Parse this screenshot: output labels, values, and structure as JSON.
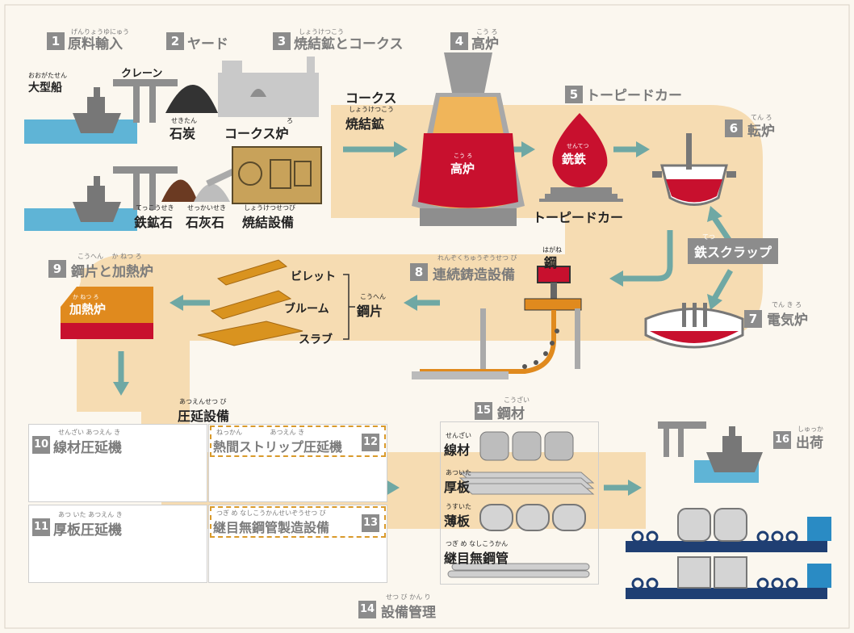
{
  "colors": {
    "flow": "#f6dcb2",
    "arrow": "#6fa8a4",
    "badge": "#8c8c8c",
    "red": "#c8102e",
    "orange": "#e08a1e",
    "gray": "#8e8e8e",
    "water": "#5fb4d6"
  },
  "steps": [
    {
      "num": "1",
      "title": "原料輸入",
      "furi": "げんりょうゆにゅう"
    },
    {
      "num": "2",
      "title": "ヤード",
      "furi": ""
    },
    {
      "num": "3",
      "title": "焼結鉱とコークス",
      "furi": "しょうけつこう"
    },
    {
      "num": "4",
      "title": "高炉",
      "furi": "こう ろ"
    },
    {
      "num": "5",
      "title": "トーピードカー",
      "furi": ""
    },
    {
      "num": "6",
      "title": "転炉",
      "furi": "てん ろ"
    },
    {
      "num": "7",
      "title": "電気炉",
      "furi": "でん き ろ"
    },
    {
      "num": "8",
      "title": "連続鋳造設備",
      "furi": "れんぞくちゅうぞうせつ び"
    },
    {
      "num": "9",
      "title": "鋼片と加熱炉",
      "furi": "こうへん　 か ねつ ろ"
    },
    {
      "num": "10",
      "title": "線材圧延機",
      "furi": "せんざい あつえん き"
    },
    {
      "num": "11",
      "title": "厚板圧延機",
      "furi": "あつ いた あつえん き"
    },
    {
      "num": "12",
      "title": "熱間ストリップ圧延機",
      "furi": "ねっかん　　　　 あつえん き"
    },
    {
      "num": "13",
      "title": "継目無鋼管製造設備",
      "furi": "つぎ め なしこうかんせいぞうせつ び"
    },
    {
      "num": "14",
      "title": "設備管理",
      "furi": "せつ び かん り"
    },
    {
      "num": "15",
      "title": "鋼材",
      "furi": "こうざい"
    },
    {
      "num": "16",
      "title": "出荷",
      "furi": "しゅっか"
    }
  ],
  "labels": {
    "ship": "大型船",
    "ship_furi": "おおがたせん",
    "crane": "クレーン",
    "coal": "石炭",
    "coal_furi": "せきたん",
    "coke_oven": "コークス炉",
    "coke_oven_furi": "ろ",
    "iron_ore": "鉄鉱石",
    "iron_ore_furi": "てっこうせき",
    "limestone": "石灰石",
    "limestone_furi": "せっかいせき",
    "sinter_plant": "焼結設備",
    "sinter_plant_furi": "しょうけつせつび",
    "coke": "コークス",
    "sinter": "焼結鉱",
    "sinter_furi": "しょうけつこう",
    "furnace_inner": "高炉",
    "furnace_inner_furi": "こう ろ",
    "pig_iron": "銑鉄",
    "pig_iron_furi": "せんてつ",
    "torpedo_car": "トーピードカー",
    "scrap": "鉄スクラップ",
    "scrap_furi": "てつ",
    "steel": "鋼",
    "steel_furi": "はがね",
    "billet": "ビレット",
    "bloom": "ブルーム",
    "slab": "スラブ",
    "semi": "鋼片",
    "semi_furi": "こうへん",
    "reheat": "加熱炉",
    "reheat_furi": "か ねつ ろ",
    "rolling": "圧延設備",
    "rolling_furi": "あつえんせつ び",
    "wire": "線材",
    "wire_furi": "せんざい",
    "plate": "厚板",
    "plate_furi": "あついた",
    "sheet": "薄板",
    "sheet_furi": "うすいた",
    "pipe": "継目無鋼管",
    "pipe_furi": "つぎ め なしこうかん"
  }
}
